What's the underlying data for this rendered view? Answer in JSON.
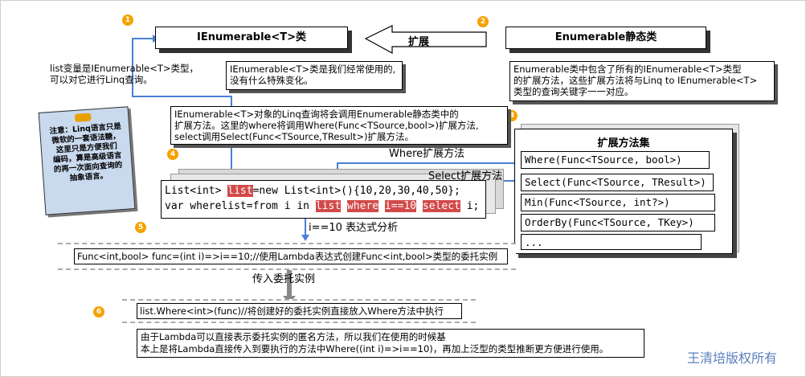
{
  "boxes": {
    "ienumerable": "IEnumerable<T>类",
    "extension_arrow": "扩展",
    "enumerable_static": "Enumerable静态类"
  },
  "steps": [
    "1",
    "2",
    "3",
    "4",
    "5",
    "6"
  ],
  "notes": {
    "list_var": [
      "list变量是IEnumerable<T>类型，",
      "可以对它进行Linq查询。"
    ],
    "ienumerable_common": [
      "IEnumerable<T>类是我们经常使用的,",
      "没有什么特殊变化。"
    ],
    "enumerable_contains": [
      "Enumerable类中包含了所有的IEnumerable<T>类型",
      "的扩展方法，这些扩展方法将与Linq to IEnumerable<T>",
      "类型的查询关键字一一对应。"
    ],
    "linq_call": [
      "IEnumerable<T>对象的Linq查询将会调用Enumerable静态类中的",
      "扩展方法。这里的where将调用Where(Func<TSource,bool>)扩展方法,",
      "select调用Select(Func<TSource,TResult>)扩展方法。"
    ],
    "sticky": [
      "注意：Linq语言只是",
      "微软的一套语法糖，",
      "这里只是方便我们",
      "编码，算是高级语言",
      "的再一次面向查询的",
      "抽象语言。"
    ],
    "lambda_note": [
      "由于Lambda可以直接表示委托实例的匿名方法，所以我们在使用的时候基",
      "本上是将Lambda直接传入到要执行的方法中Where((int i)=>i==10)，再加上泛型的类型推断更方便进行使用。"
    ]
  },
  "code": {
    "line1_pre": "List<int> ",
    "line1_hl": "list",
    "line1_post": "=new List<int>(){10,20,30,40,50};",
    "line2_pre": "var wherelist=from i in ",
    "line2_hl1": "list",
    "line2_hl2": "where",
    "line2_hl3": "i==10",
    "line2_hl4": "select",
    "line2_post": " i;"
  },
  "labels": {
    "where_ext": "Where扩展方法",
    "select_ext": "Select扩展方法",
    "expr_analysis": "i==10 表达式分析",
    "pass_delegate": "传入委托实例"
  },
  "methods": {
    "title": "扩展方法集",
    "items": [
      "Where(Func<TSource, bool>)",
      "Select(Func<TSource, TResult>)",
      "Min(Func<TSource, int?>)",
      "OrderBy(Func<TSource, TKey>)",
      "..."
    ]
  },
  "func_line": "Func<int,bool> func=(int i)=>i==10;//使用Lambda表达式创建Func<int,bool>类型的委托实例",
  "where_call": "list.Where<int>(func)//将创建好的委托实例直接放入Where方法中执行",
  "watermark": "王清培版权所有",
  "colors": {
    "connector": "#4a7fd4",
    "highlight": "#d24a4a",
    "step_badge": "#f5a300"
  }
}
